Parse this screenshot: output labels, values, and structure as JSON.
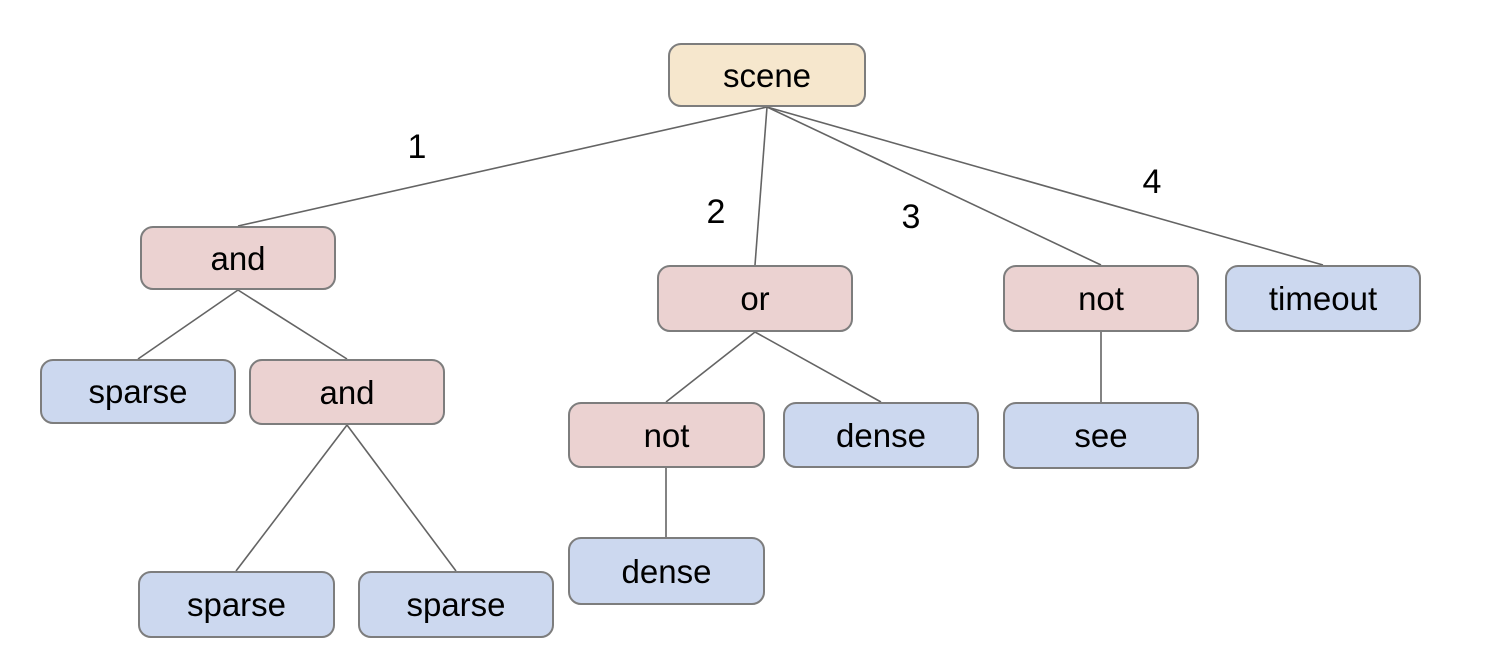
{
  "diagram": {
    "colors": {
      "background": "#ffffff",
      "root_fill": "#f6e7cd",
      "operator_fill": "#ebd2d1",
      "leaf_fill": "#ccd8ef",
      "node_border": "#7d7d7d",
      "edge_stroke": "#646464",
      "text": "#000000"
    },
    "nodes": [
      {
        "label": "scene",
        "kind": "root"
      },
      {
        "label": "and",
        "kind": "operator"
      },
      {
        "label": "or",
        "kind": "operator"
      },
      {
        "label": "not",
        "kind": "operator"
      },
      {
        "label": "timeout",
        "kind": "leaf"
      },
      {
        "label": "sparse",
        "kind": "leaf"
      },
      {
        "label": "and",
        "kind": "operator"
      },
      {
        "label": "not",
        "kind": "operator"
      },
      {
        "label": "dense",
        "kind": "leaf"
      },
      {
        "label": "see",
        "kind": "leaf"
      },
      {
        "label": "dense",
        "kind": "leaf"
      },
      {
        "label": "sparse",
        "kind": "leaf"
      },
      {
        "label": "sparse",
        "kind": "leaf"
      }
    ],
    "edge_labels": [
      "1",
      "2",
      "3",
      "4"
    ],
    "tree": {
      "label": "scene",
      "children": [
        {
          "edge": "1",
          "label": "and",
          "children": [
            {
              "label": "sparse"
            },
            {
              "label": "and",
              "children": [
                {
                  "label": "sparse"
                },
                {
                  "label": "sparse"
                }
              ]
            }
          ]
        },
        {
          "edge": "2",
          "label": "or",
          "children": [
            {
              "label": "not",
              "children": [
                {
                  "label": "dense"
                }
              ]
            },
            {
              "label": "dense"
            }
          ]
        },
        {
          "edge": "3",
          "label": "not",
          "children": [
            {
              "label": "see"
            }
          ]
        },
        {
          "edge": "4",
          "label": "timeout"
        }
      ]
    }
  }
}
